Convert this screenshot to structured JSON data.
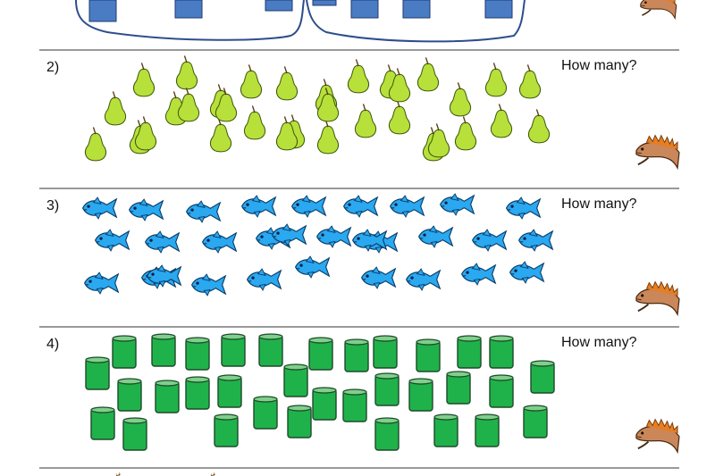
{
  "problems": [
    {
      "number": "2)",
      "question": "How many?",
      "item": "pear",
      "count": 33
    },
    {
      "number": "3)",
      "question": "How many?",
      "item": "fish",
      "count": 30
    },
    {
      "number": "4)",
      "question": "How many?",
      "item": "cup",
      "count": 33
    }
  ],
  "colors": {
    "pear": "#b8e03a",
    "pear_stem": "#5a3a10",
    "fish": "#2aa8f0",
    "cup": "#1fb24a",
    "cup_top": "#7fd08a",
    "block": "#4a7cc4",
    "lizard": "#c9875a",
    "lizard_spikes": "#e67e22",
    "rule": "#333333",
    "loop": "#2c4e8c"
  }
}
